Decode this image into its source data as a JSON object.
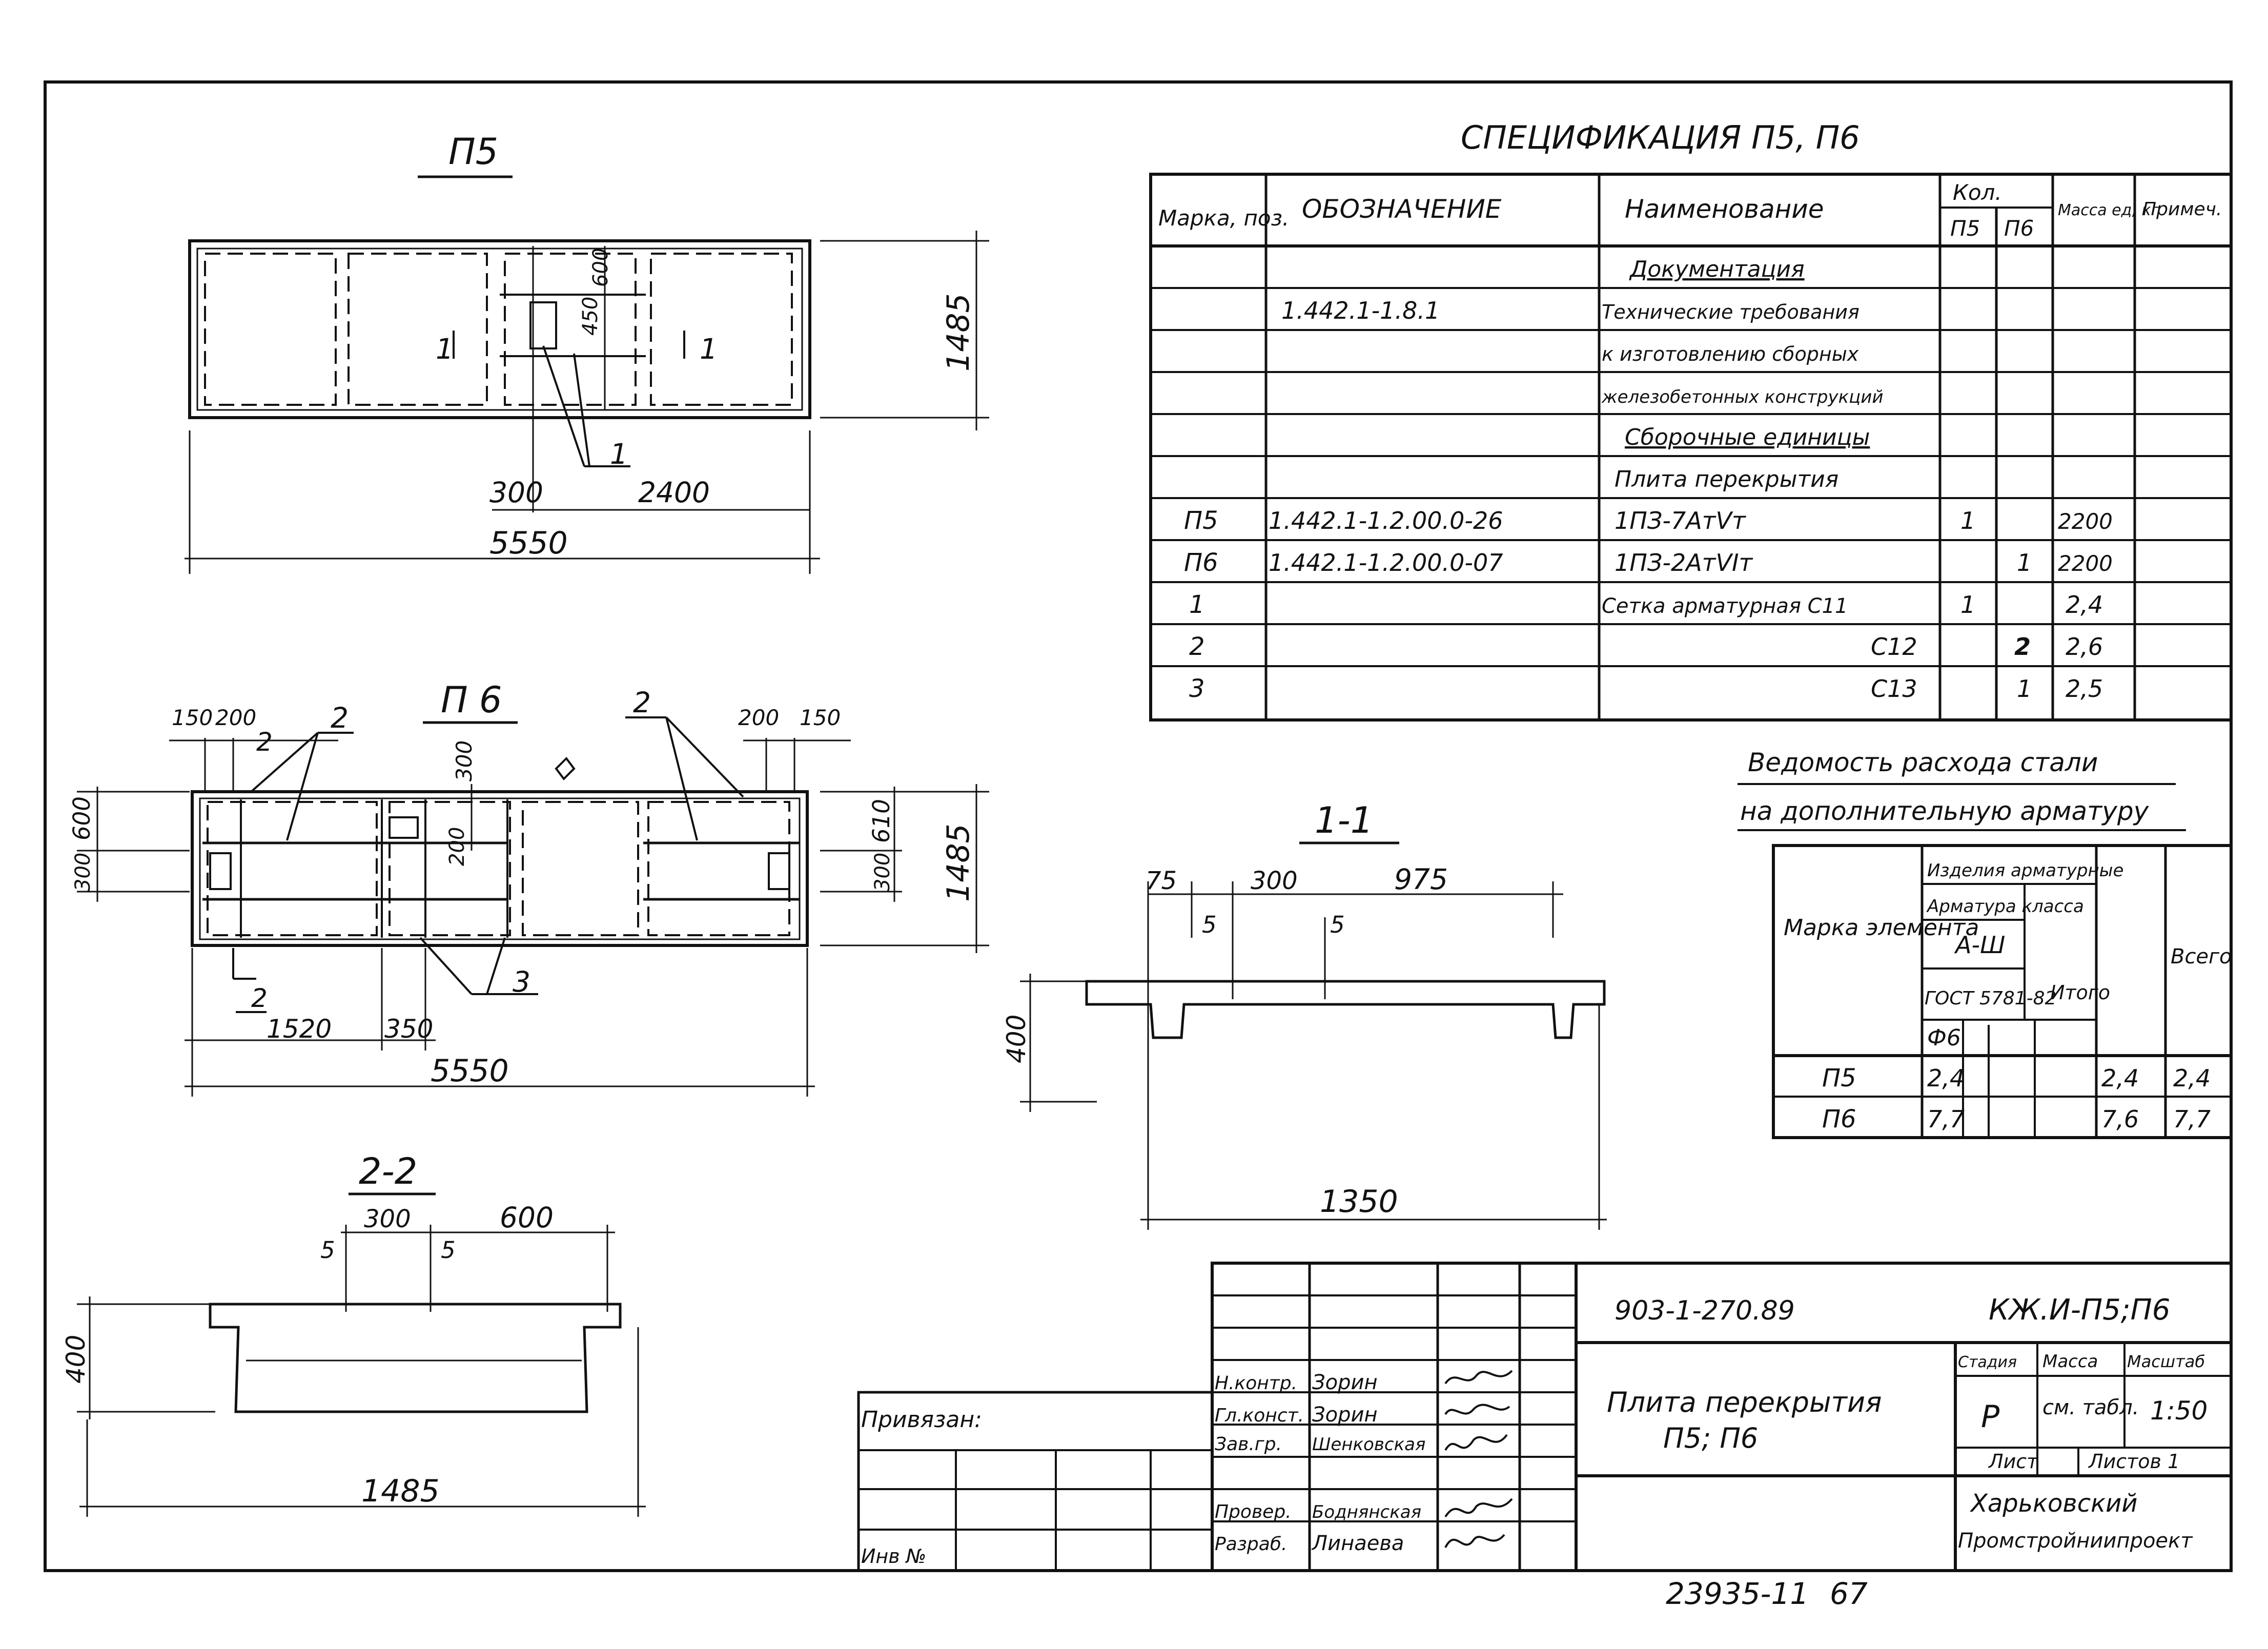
{
  "views": {
    "p5": {
      "title": "П5",
      "dims": [
        "1485",
        "300",
        "2400",
        "5550",
        "450",
        "600"
      ],
      "marks": [
        "1",
        "1",
        "1"
      ]
    },
    "p6": {
      "title": "П 6",
      "dims_top": [
        "150",
        "200",
        "200",
        "150"
      ],
      "dims_left": [
        "600",
        "300"
      ],
      "dims_mid": [
        "300",
        "200"
      ],
      "dims_right": [
        "610",
        "300",
        "1485"
      ],
      "dims_bottom": [
        "1520",
        "350",
        "5550"
      ],
      "marks": [
        "2",
        "2",
        "2",
        "2",
        "3"
      ]
    },
    "s11": {
      "title": "1-1",
      "dims": [
        "75",
        "300",
        "975",
        "5",
        "5",
        "400",
        "1350"
      ]
    },
    "s22": {
      "title": "2-2",
      "dims": [
        "300",
        "600",
        "5",
        "5",
        "400",
        "1485"
      ]
    }
  },
  "spec": {
    "title": "СПЕЦИФИКАЦИЯ П5, П6",
    "headers": {
      "mark": "Марка, поз.",
      "designation": "ОБОЗНАЧЕНИЕ",
      "name": "Наименование",
      "qty": "Кол.",
      "qty_p5": "П5",
      "qty_p6": "П6",
      "mass": "Масса ед, кг",
      "note": "Примеч."
    },
    "rows": [
      {
        "mark": "",
        "designation": "",
        "name": "Документация",
        "p5": "",
        "p6": "",
        "mass": ""
      },
      {
        "mark": "",
        "designation": "1.442.1-1.8.1",
        "name": "Технические требования",
        "p5": "",
        "p6": "",
        "mass": ""
      },
      {
        "mark": "",
        "designation": "",
        "name": "к изготовлению сборных",
        "p5": "",
        "p6": "",
        "mass": ""
      },
      {
        "mark": "",
        "designation": "",
        "name": "железобетонных конструкций",
        "p5": "",
        "p6": "",
        "mass": ""
      },
      {
        "mark": "",
        "designation": "",
        "name": "Сборочные единицы",
        "p5": "",
        "p6": "",
        "mass": ""
      },
      {
        "mark": "",
        "designation": "",
        "name": "Плита перекрытия",
        "p5": "",
        "p6": "",
        "mass": ""
      },
      {
        "mark": "П5",
        "designation": "1.442.1-1.2.00.0-26",
        "name": "1ПЗ-7АтVт",
        "p5": "1",
        "p6": "",
        "mass": "2200"
      },
      {
        "mark": "П6",
        "designation": "1.442.1-1.2.00.0-07",
        "name": "1ПЗ-2АтVIт",
        "p5": "",
        "p6": "1",
        "mass": "2200"
      },
      {
        "mark": "1",
        "designation": "",
        "name": "Сетка арматурная С11",
        "p5": "1",
        "p6": "",
        "mass": "2,4"
      },
      {
        "mark": "2",
        "designation": "",
        "name": "С12",
        "p5": "",
        "p6": "2",
        "mass": "2,6"
      },
      {
        "mark": "3",
        "designation": "",
        "name": "С13",
        "p5": "",
        "p6": "1",
        "mass": "2,5"
      }
    ]
  },
  "steel": {
    "title1": "Ведомость расхода стали",
    "title2": "на дополнительную арматуру",
    "h_mark": "Марка элемента",
    "h_products": "Изделия арматурные",
    "h_class": "Арматура класса",
    "h_aiii": "А-Ш",
    "h_gost": "ГОСТ 5781-82",
    "h_phi": "Ф6",
    "h_total": "Итого",
    "h_all": "Всего",
    "rows": [
      {
        "mark": "П5",
        "v": "2,4",
        "total": "2,4",
        "all": "2,4"
      },
      {
        "mark": "П6",
        "v": "7,7",
        "total": "7,6",
        "all": "7,7"
      }
    ]
  },
  "stamp": {
    "code": "903-1-270.89",
    "sheet_code": "КЖ.И-П5;П6",
    "title": "Плита перекрытия",
    "subtitle": "П5; П6",
    "stage_h": "Стадия",
    "mass_h": "Масса",
    "scale_h": "Масштаб",
    "stage": "Р",
    "mass": "см. табл.",
    "scale": "1:50",
    "sheet_h": "Лист",
    "sheets_h": "Листов 1",
    "org1": "Харьковский",
    "org2": "Промстройниипроект",
    "linked": "Привязан:",
    "inv": "Инв №",
    "people": [
      {
        "role": "Н.контр.",
        "name": "Зорин"
      },
      {
        "role": "Гл.конст.",
        "name": "Зорин"
      },
      {
        "role": "Зав.гр.",
        "name": "Шенковская"
      },
      {
        "role": "Провер.",
        "name": "Боднянская"
      },
      {
        "role": "Разраб.",
        "name": "Линаева"
      }
    ]
  },
  "footer": {
    "number": "23935-11",
    "page": "67"
  }
}
